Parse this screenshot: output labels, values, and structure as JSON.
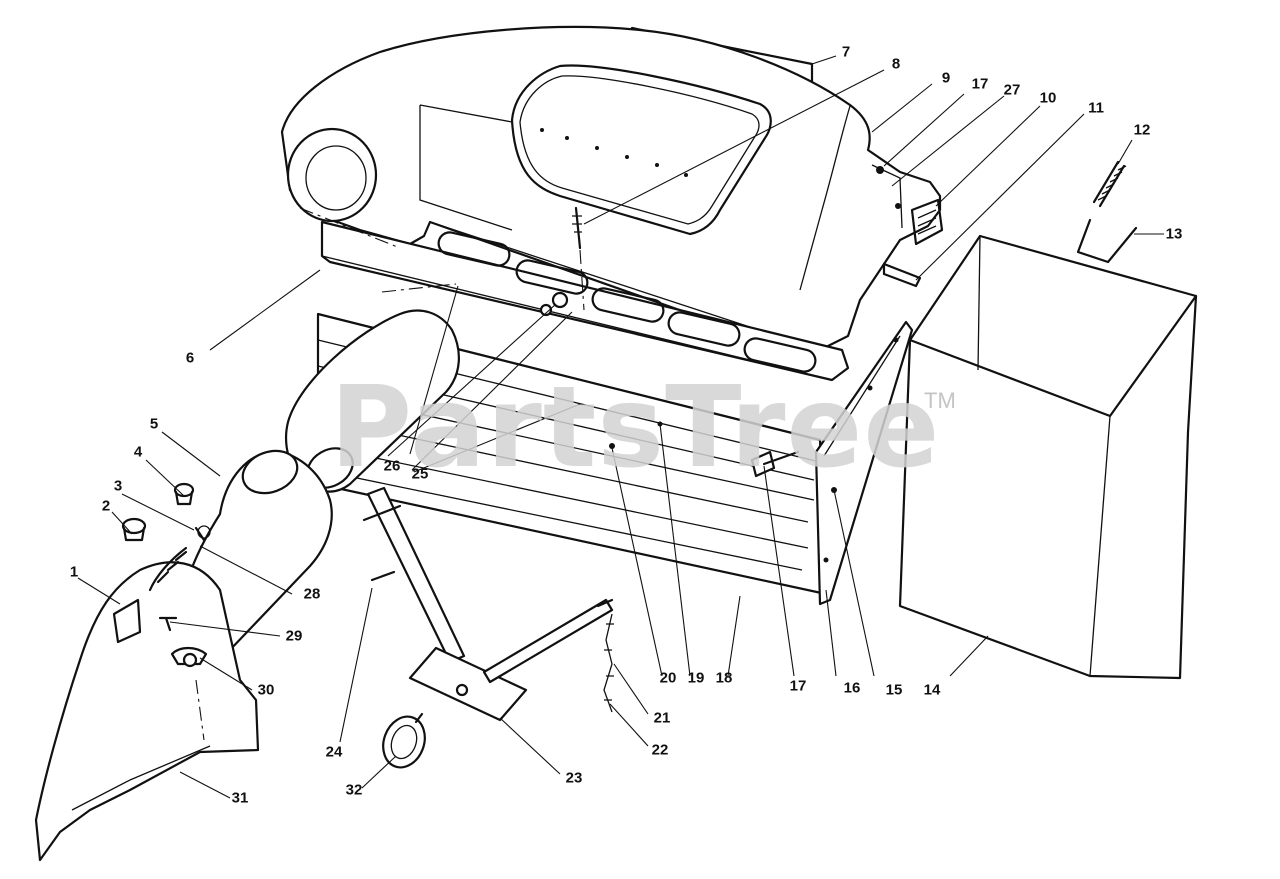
{
  "watermark": {
    "text": "PartsTree",
    "tm": "TM"
  },
  "callouts": [
    "1",
    "2",
    "3",
    "4",
    "5",
    "6",
    "7",
    "8",
    "9",
    "17",
    "27",
    "10",
    "11",
    "12",
    "13",
    "14",
    "15",
    "16",
    "17",
    "18",
    "19",
    "20",
    "21",
    "22",
    "23",
    "24",
    "25",
    "26",
    "28",
    "29",
    "30",
    "31",
    "32"
  ]
}
